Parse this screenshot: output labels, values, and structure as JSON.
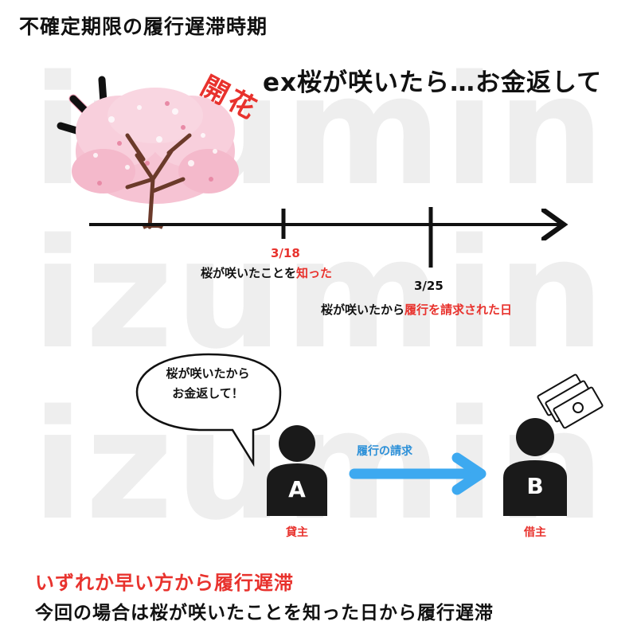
{
  "watermark": {
    "lines": [
      "izumin",
      "izumin",
      "izumin"
    ]
  },
  "title": "不確定期限の履行遅滞時期",
  "example": "ex桜が咲いたら…お金返して",
  "tree": {
    "bloom_label": "開花"
  },
  "timeline": {
    "event1": {
      "date": "3/18",
      "text": "桜が咲いたことを",
      "highlight": "知った"
    },
    "event2": {
      "date": "3/25",
      "text": "桜が咲いたから",
      "highlight": "履行を請求された日"
    }
  },
  "speech": {
    "line1": "桜が咲いたから",
    "line2": "お金返して！"
  },
  "persons": {
    "a": {
      "letter": "A",
      "label": "貸主"
    },
    "b": {
      "letter": "B",
      "label": "借主"
    }
  },
  "arrow_label": "履行の請求",
  "bottom": {
    "line1": "いずれか早い方から履行遅滞",
    "line2": "今回の場合は桜が咲いたことを知った日から履行遅滞"
  },
  "colors": {
    "accent_red": "#e8322d",
    "arrow_blue": "#3da9f0",
    "blossom_pink": "#f7c6d6",
    "trunk_brown": "#6b3a2a"
  }
}
